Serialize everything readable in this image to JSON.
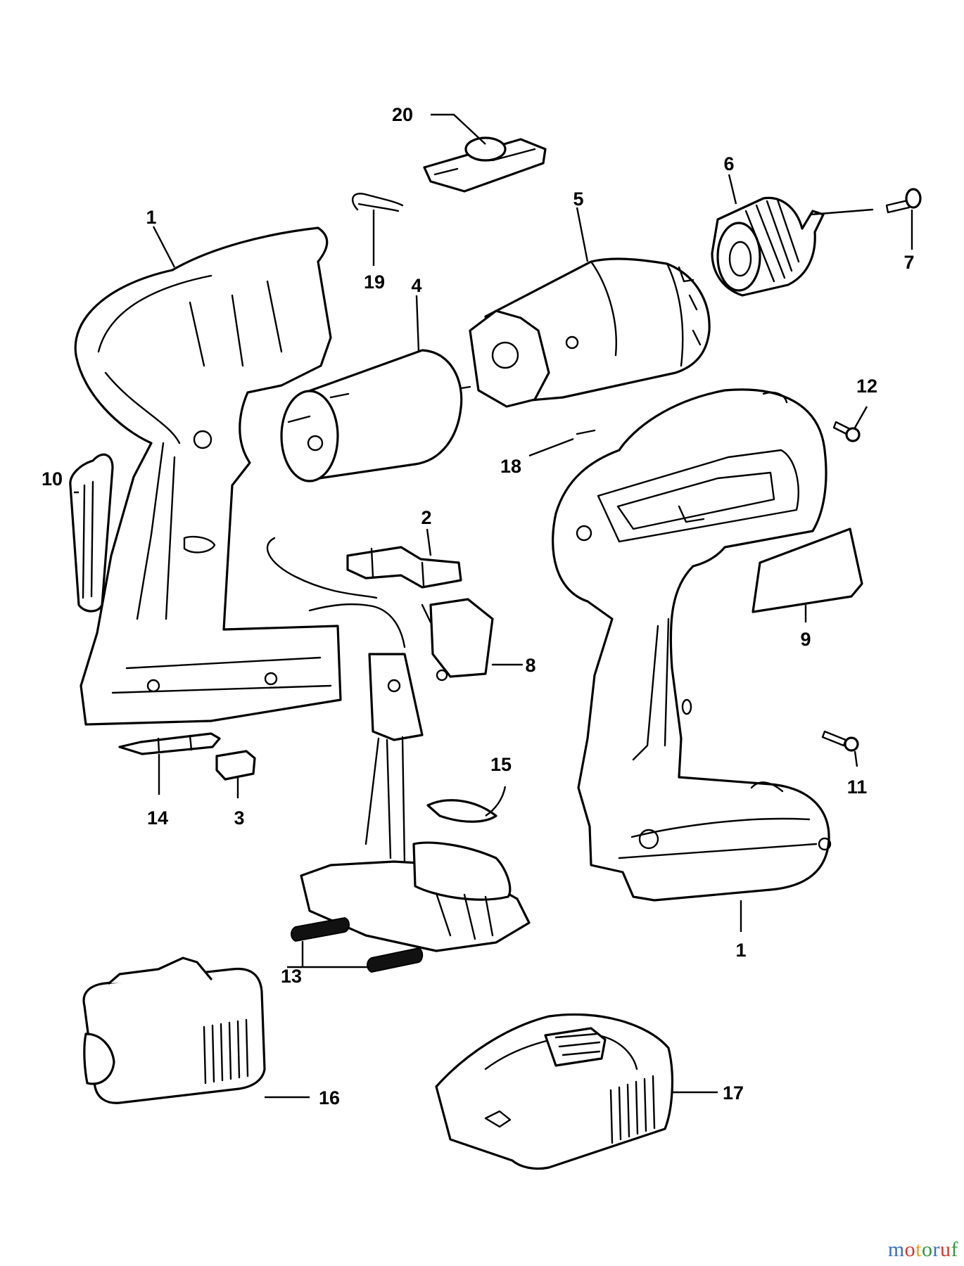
{
  "diagram": {
    "callouts": [
      {
        "id": "1a",
        "label": "1"
      },
      {
        "id": "1b",
        "label": "1"
      },
      {
        "id": "2",
        "label": "2"
      },
      {
        "id": "3",
        "label": "3"
      },
      {
        "id": "4",
        "label": "4"
      },
      {
        "id": "5",
        "label": "5"
      },
      {
        "id": "6",
        "label": "6"
      },
      {
        "id": "7",
        "label": "7"
      },
      {
        "id": "8",
        "label": "8"
      },
      {
        "id": "9",
        "label": "9"
      },
      {
        "id": "10",
        "label": "10"
      },
      {
        "id": "11",
        "label": "11"
      },
      {
        "id": "12",
        "label": "12"
      },
      {
        "id": "13",
        "label": "13"
      },
      {
        "id": "14",
        "label": "14"
      },
      {
        "id": "15",
        "label": "15"
      },
      {
        "id": "16",
        "label": "16"
      },
      {
        "id": "17",
        "label": "17"
      },
      {
        "id": "18",
        "label": "18"
      },
      {
        "id": "19",
        "label": "19"
      },
      {
        "id": "20",
        "label": "20"
      }
    ]
  },
  "watermark": {
    "text": "motoruf",
    "colors": [
      "#3a6ec9",
      "#d9342b",
      "#e6a21b",
      "#2f9a3e",
      "#3a6ec9",
      "#d9342b",
      "#2f9a3e"
    ]
  }
}
